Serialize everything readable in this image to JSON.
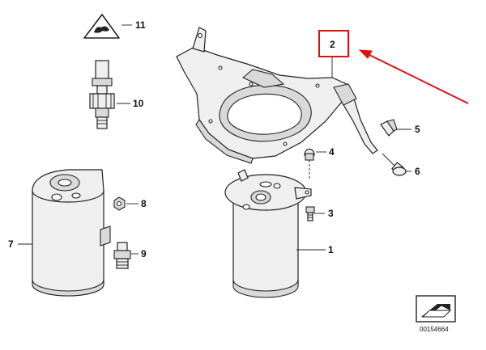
{
  "labels": {
    "p1": "1",
    "p2": "2",
    "p3": "3",
    "p4": "4",
    "p5": "5",
    "p6": "6",
    "p7": "7",
    "p8": "8",
    "p9": "9",
    "p10": "10",
    "p11": "11"
  },
  "diagram_number": "00154664",
  "colors": {
    "highlight_box": "#e01010",
    "arrow": "#e01010",
    "line": "#222222"
  },
  "icons": [
    "warning-triangle-icon",
    "red-pointer-arrow",
    "catalog-mark-icon"
  ]
}
